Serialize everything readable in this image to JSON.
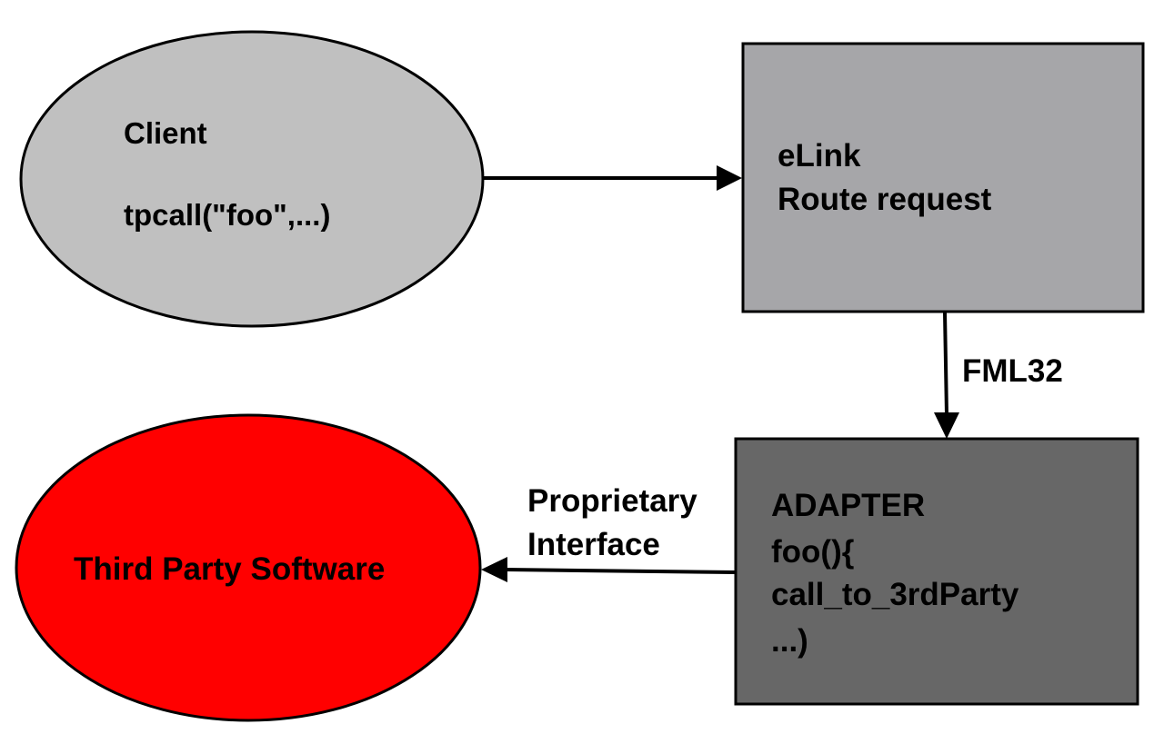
{
  "colors": {
    "client_fill": "#c0c0c0",
    "elink_fill": "#a6a6a9",
    "adapter_fill": "#676767",
    "third_party_fill": "#ff0000",
    "stroke": "#000000",
    "background": "#ffffff"
  },
  "client": {
    "label": "Client",
    "call": "tpcall(\"foo\",...)"
  },
  "elink": {
    "title": "eLink",
    "subtitle": "Route request"
  },
  "fml_edge": {
    "label": "FML32"
  },
  "adapter": {
    "line1": "ADAPTER",
    "line2": "foo(){",
    "line3": "call_to_3rdParty",
    "line4": "...)"
  },
  "proprietary_edge": {
    "line1": "Proprietary",
    "line2": "Interface"
  },
  "third_party": {
    "label": "Third Party Software"
  }
}
